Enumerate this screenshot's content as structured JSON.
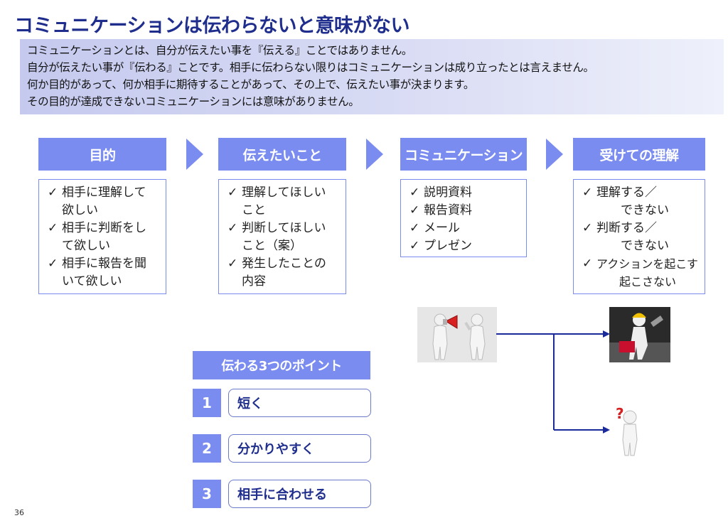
{
  "title": "コミュニケーションは伝わらないと意味がない",
  "intro": [
    "コミュニケーションとは、自分が伝えたい事を『伝える』ことではありません。",
    "自分が伝えたい事が『伝わる』ことです。相手に伝わらない限りはコミュニケーションは成り立ったとは言えません。",
    "何か目的があって、何か相手に期待することがあって、その上で、伝えたい事が決まります。",
    "その目的が達成できないコミュニケーションには意味がありません。"
  ],
  "stages": [
    {
      "head": "目的",
      "items": [
        "相手に理解して\n欲しい",
        "相手に判断をし\nて欲しい",
        "相手に報告を聞\nいて欲しい"
      ]
    },
    {
      "head": "伝えたいこと",
      "items": [
        "理解してほしい\nこと",
        "判断してほしい\nこと（案）",
        "発生したことの\n内容"
      ]
    },
    {
      "head": "コミュニケーション",
      "items": [
        "説明資料",
        "報告資料",
        "メール",
        "プレゼン"
      ]
    },
    {
      "head": "受けての理解",
      "items": [
        "理解する／\n　　できない",
        "判断する／\n　　できない",
        "アクションを起こす\n　　起こさない"
      ]
    }
  ],
  "checkmark": "✓",
  "points": {
    "head": "伝わる3つのポイント",
    "items": [
      {
        "num": "1",
        "label": "短く"
      },
      {
        "num": "2",
        "label": "分かりやすく"
      },
      {
        "num": "3",
        "label": "相手に合わせる"
      }
    ]
  },
  "page_number": "36",
  "colors": {
    "accent": "#7b8cf0",
    "title": "#1f2e8c",
    "connector": "#1a2a9a"
  }
}
